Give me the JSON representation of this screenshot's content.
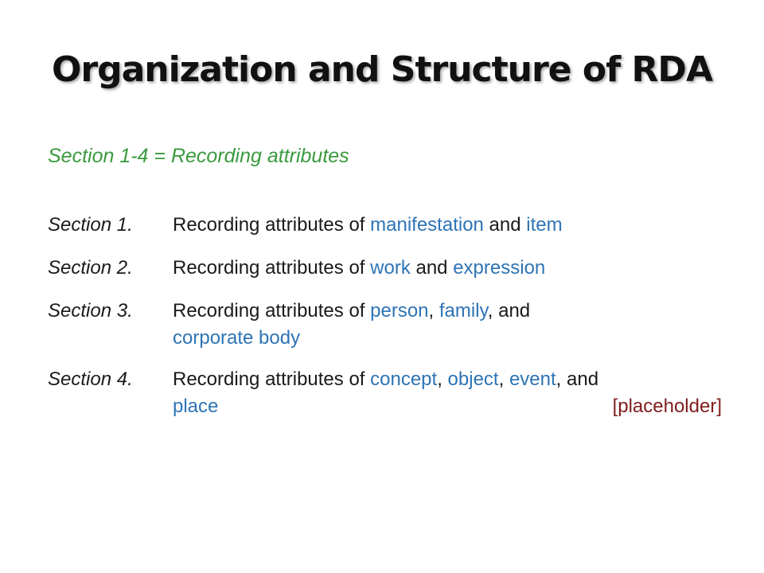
{
  "slide": {
    "title": "Organization and Structure of RDA",
    "subtitle": "Section 1-4 = Recording attributes",
    "connector_of": "Recording attributes of ",
    "sections": [
      {
        "label": "Section 1.",
        "items": [
          "manifestation",
          "item"
        ],
        "text_and": " and "
      },
      {
        "label": "Section 2.",
        "items": [
          "work",
          "expression"
        ],
        "text_and": " and "
      },
      {
        "label": "Section 3.",
        "items": [
          "person",
          "family",
          "corporate body"
        ],
        "sep_comma": ", ",
        "sep_comma_and": ", and"
      },
      {
        "label": "Section 4.",
        "items": [
          "concept",
          "object",
          "event",
          "place"
        ],
        "sep_comma": ", ",
        "sep_comma_and": ", and",
        "note": "[placeholder]"
      }
    ]
  },
  "colors": {
    "title": "#111111",
    "subtitle": "#3a9a3e",
    "body_text": "#1a1a1a",
    "highlight": "#2e74b5",
    "placeholder": "#7f1d1d"
  }
}
